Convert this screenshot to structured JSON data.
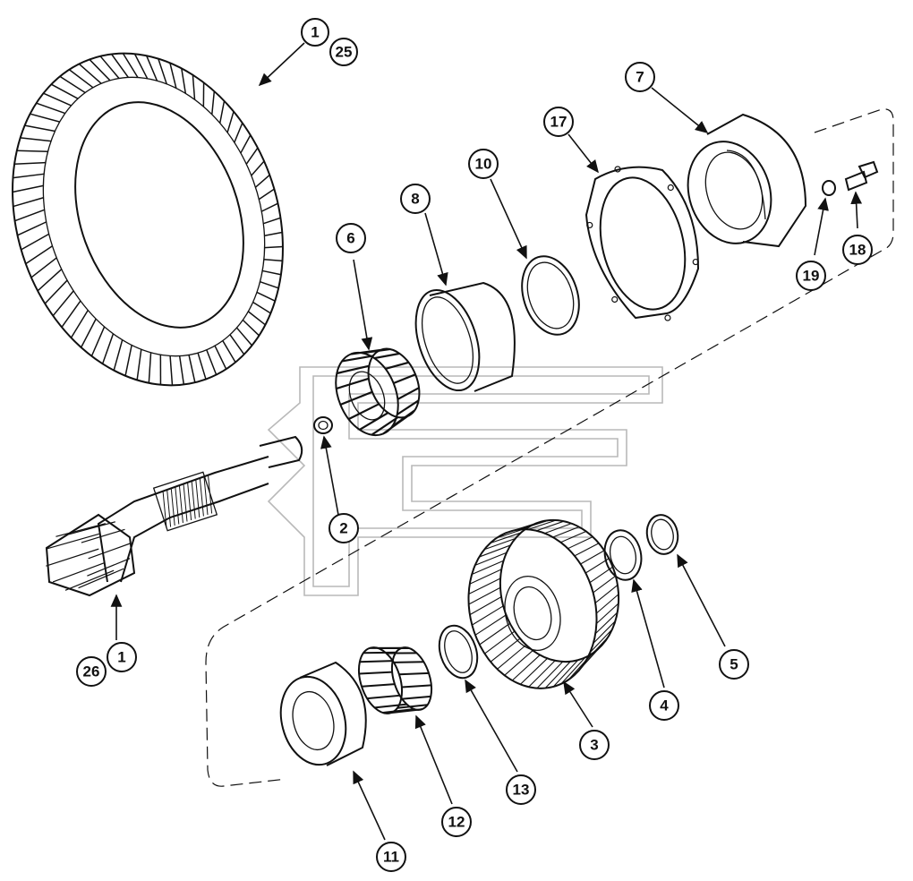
{
  "callouts": [
    {
      "id": "c1a",
      "label": "1"
    },
    {
      "id": "c25",
      "label": "25"
    },
    {
      "id": "c7",
      "label": "7"
    },
    {
      "id": "c17",
      "label": "17"
    },
    {
      "id": "c10",
      "label": "10"
    },
    {
      "id": "c8",
      "label": "8"
    },
    {
      "id": "c6",
      "label": "6"
    },
    {
      "id": "c19",
      "label": "19"
    },
    {
      "id": "c18",
      "label": "18"
    },
    {
      "id": "c2",
      "label": "2"
    },
    {
      "id": "c26",
      "label": "26"
    },
    {
      "id": "c1b",
      "label": "1"
    },
    {
      "id": "c5",
      "label": "5"
    },
    {
      "id": "c4",
      "label": "4"
    },
    {
      "id": "c3",
      "label": "3"
    },
    {
      "id": "c13",
      "label": "13"
    },
    {
      "id": "c12",
      "label": "12"
    },
    {
      "id": "c11",
      "label": "11"
    }
  ],
  "colors": {
    "ink": "#111111",
    "watermark": "#b9b9b9",
    "background": "#ffffff"
  }
}
